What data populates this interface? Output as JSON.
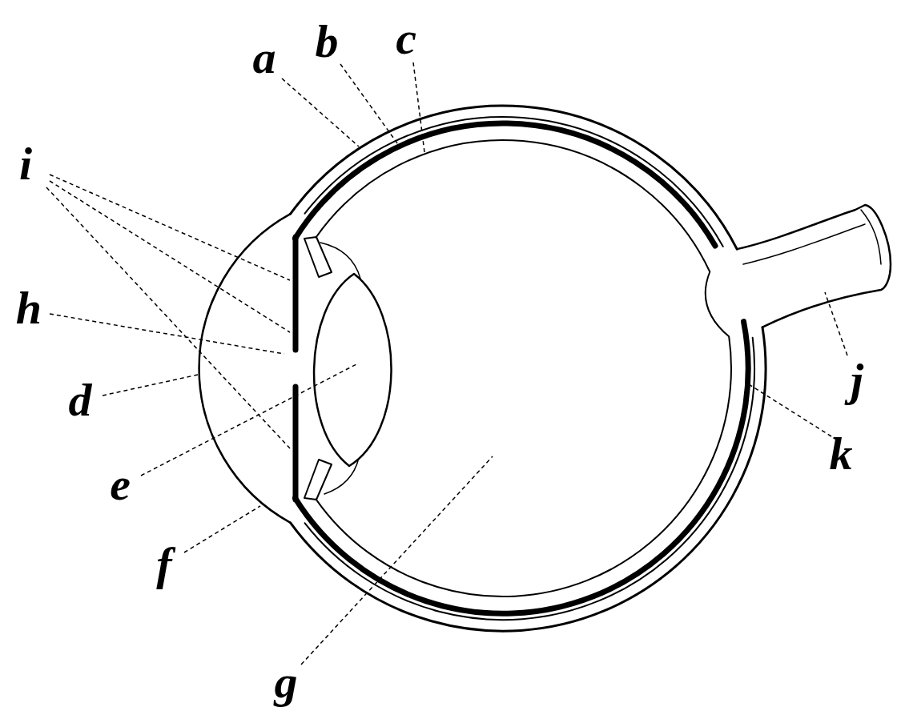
{
  "diagram": {
    "labels": [
      "a",
      "b",
      "c",
      "i",
      "h",
      "d",
      "e",
      "f",
      "g",
      "j",
      "k"
    ]
  }
}
